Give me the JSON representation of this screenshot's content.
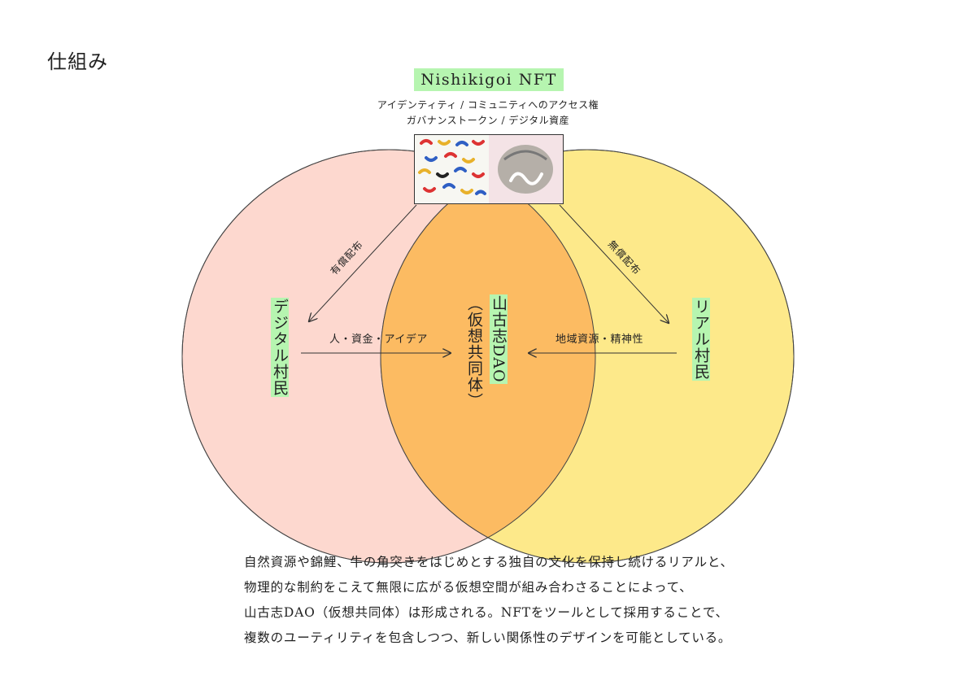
{
  "page_title": "仕組み",
  "nft": {
    "title": "Nishikigoi NFT",
    "subtitle_line1": "アイデンティティ / コミュニティへのアクセス権",
    "subtitle_line2": "ガバナンストークン / デジタル資産"
  },
  "nodes": {
    "digital": "デジタル村民",
    "dao": "山古志DAO",
    "dao_sub": "（仮想共同体）",
    "real": "リアル村民"
  },
  "edges": {
    "paid": "有償配布",
    "free": "無償配布",
    "digital_to_dao": "人・資金・アイデア",
    "real_to_dao": "地域資源・精神性"
  },
  "colors": {
    "left_circle": "#fdd8cf",
    "right_circle": "#fde98a",
    "overlap": "#fcbb62",
    "highlight": "#b6f5b0"
  },
  "paragraph": [
    "自然資源や錦鯉、牛の角突きをはじめとする独自の文化を保持し続けるリアルと、",
    "物理的な制約をこえて無限に広がる仮想空間が組み合わさることによって、",
    "山古志DAO（仮想共同体）は形成される。NFTをツールとして採用することで、",
    "複数のユーティリティを包含しつつ、新しい関係性のデザインを可能としている。"
  ]
}
